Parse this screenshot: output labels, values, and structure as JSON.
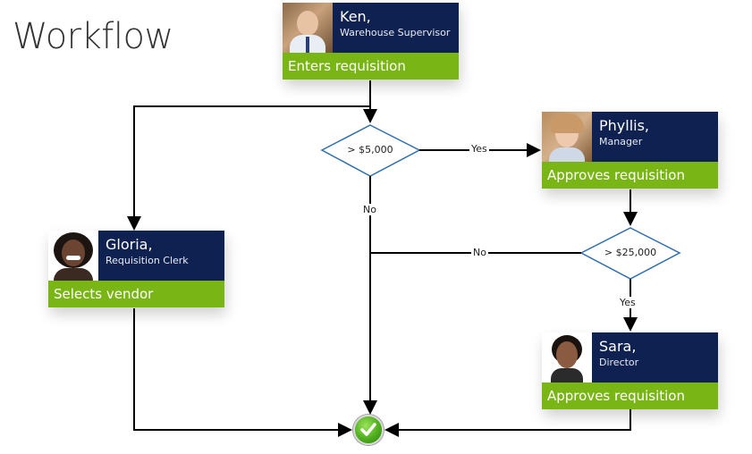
{
  "title": "Workflow",
  "people": {
    "ken": {
      "name": "Ken,",
      "role": "Warehouse Supervisor",
      "action": "Enters requisition"
    },
    "phyllis": {
      "name": "Phyllis,",
      "role": "Manager",
      "action": "Approves requisition"
    },
    "gloria": {
      "name": "Gloria,",
      "role": "Requisition Clerk",
      "action": "Selects vendor"
    },
    "sara": {
      "name": "Sara,",
      "role": "Director",
      "action": "Approves requisition"
    }
  },
  "decisions": {
    "d1": "> $5,000",
    "d2": "> $25,000"
  },
  "edge_labels": {
    "d1_yes": "Yes",
    "d1_no": "No",
    "d2_no": "No",
    "d2_yes": "Yes"
  },
  "colors": {
    "header_bg": "#0f2150",
    "action_bg": "#7ab516",
    "line": "#000000",
    "diamond_stroke": "#2f6fae"
  },
  "icons": {
    "end": "check-circle-icon"
  }
}
